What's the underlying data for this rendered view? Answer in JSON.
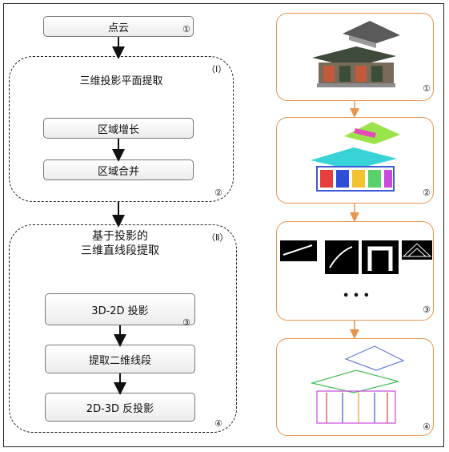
{
  "left": {
    "top_box": {
      "label": "点云",
      "num": "①"
    },
    "group1": {
      "tag": "（Ⅰ）",
      "title": "三维投影平面提取",
      "steps": [
        "区域增长",
        "区域合并"
      ],
      "num": "②"
    },
    "group2": {
      "tag": "（Ⅱ）",
      "title_line1": "基于投影的",
      "title_line2": "三维直线段提取",
      "steps": [
        "3D-2D 投影",
        "提取二维线段",
        "2D-3D 反投影"
      ],
      "step1_num": "③",
      "num": "④"
    }
  },
  "right": {
    "panels": [
      {
        "num": "①",
        "icon": "building-pointcloud-image"
      },
      {
        "num": "②",
        "icon": "segmented-building-image"
      },
      {
        "num": "③",
        "icon": "projection-images",
        "ellipsis": "• • •"
      },
      {
        "num": "④",
        "icon": "line-segment-building-image"
      }
    ]
  },
  "colors": {
    "arrow_orange": "#e8944d",
    "border_orange": "#e8944d"
  }
}
